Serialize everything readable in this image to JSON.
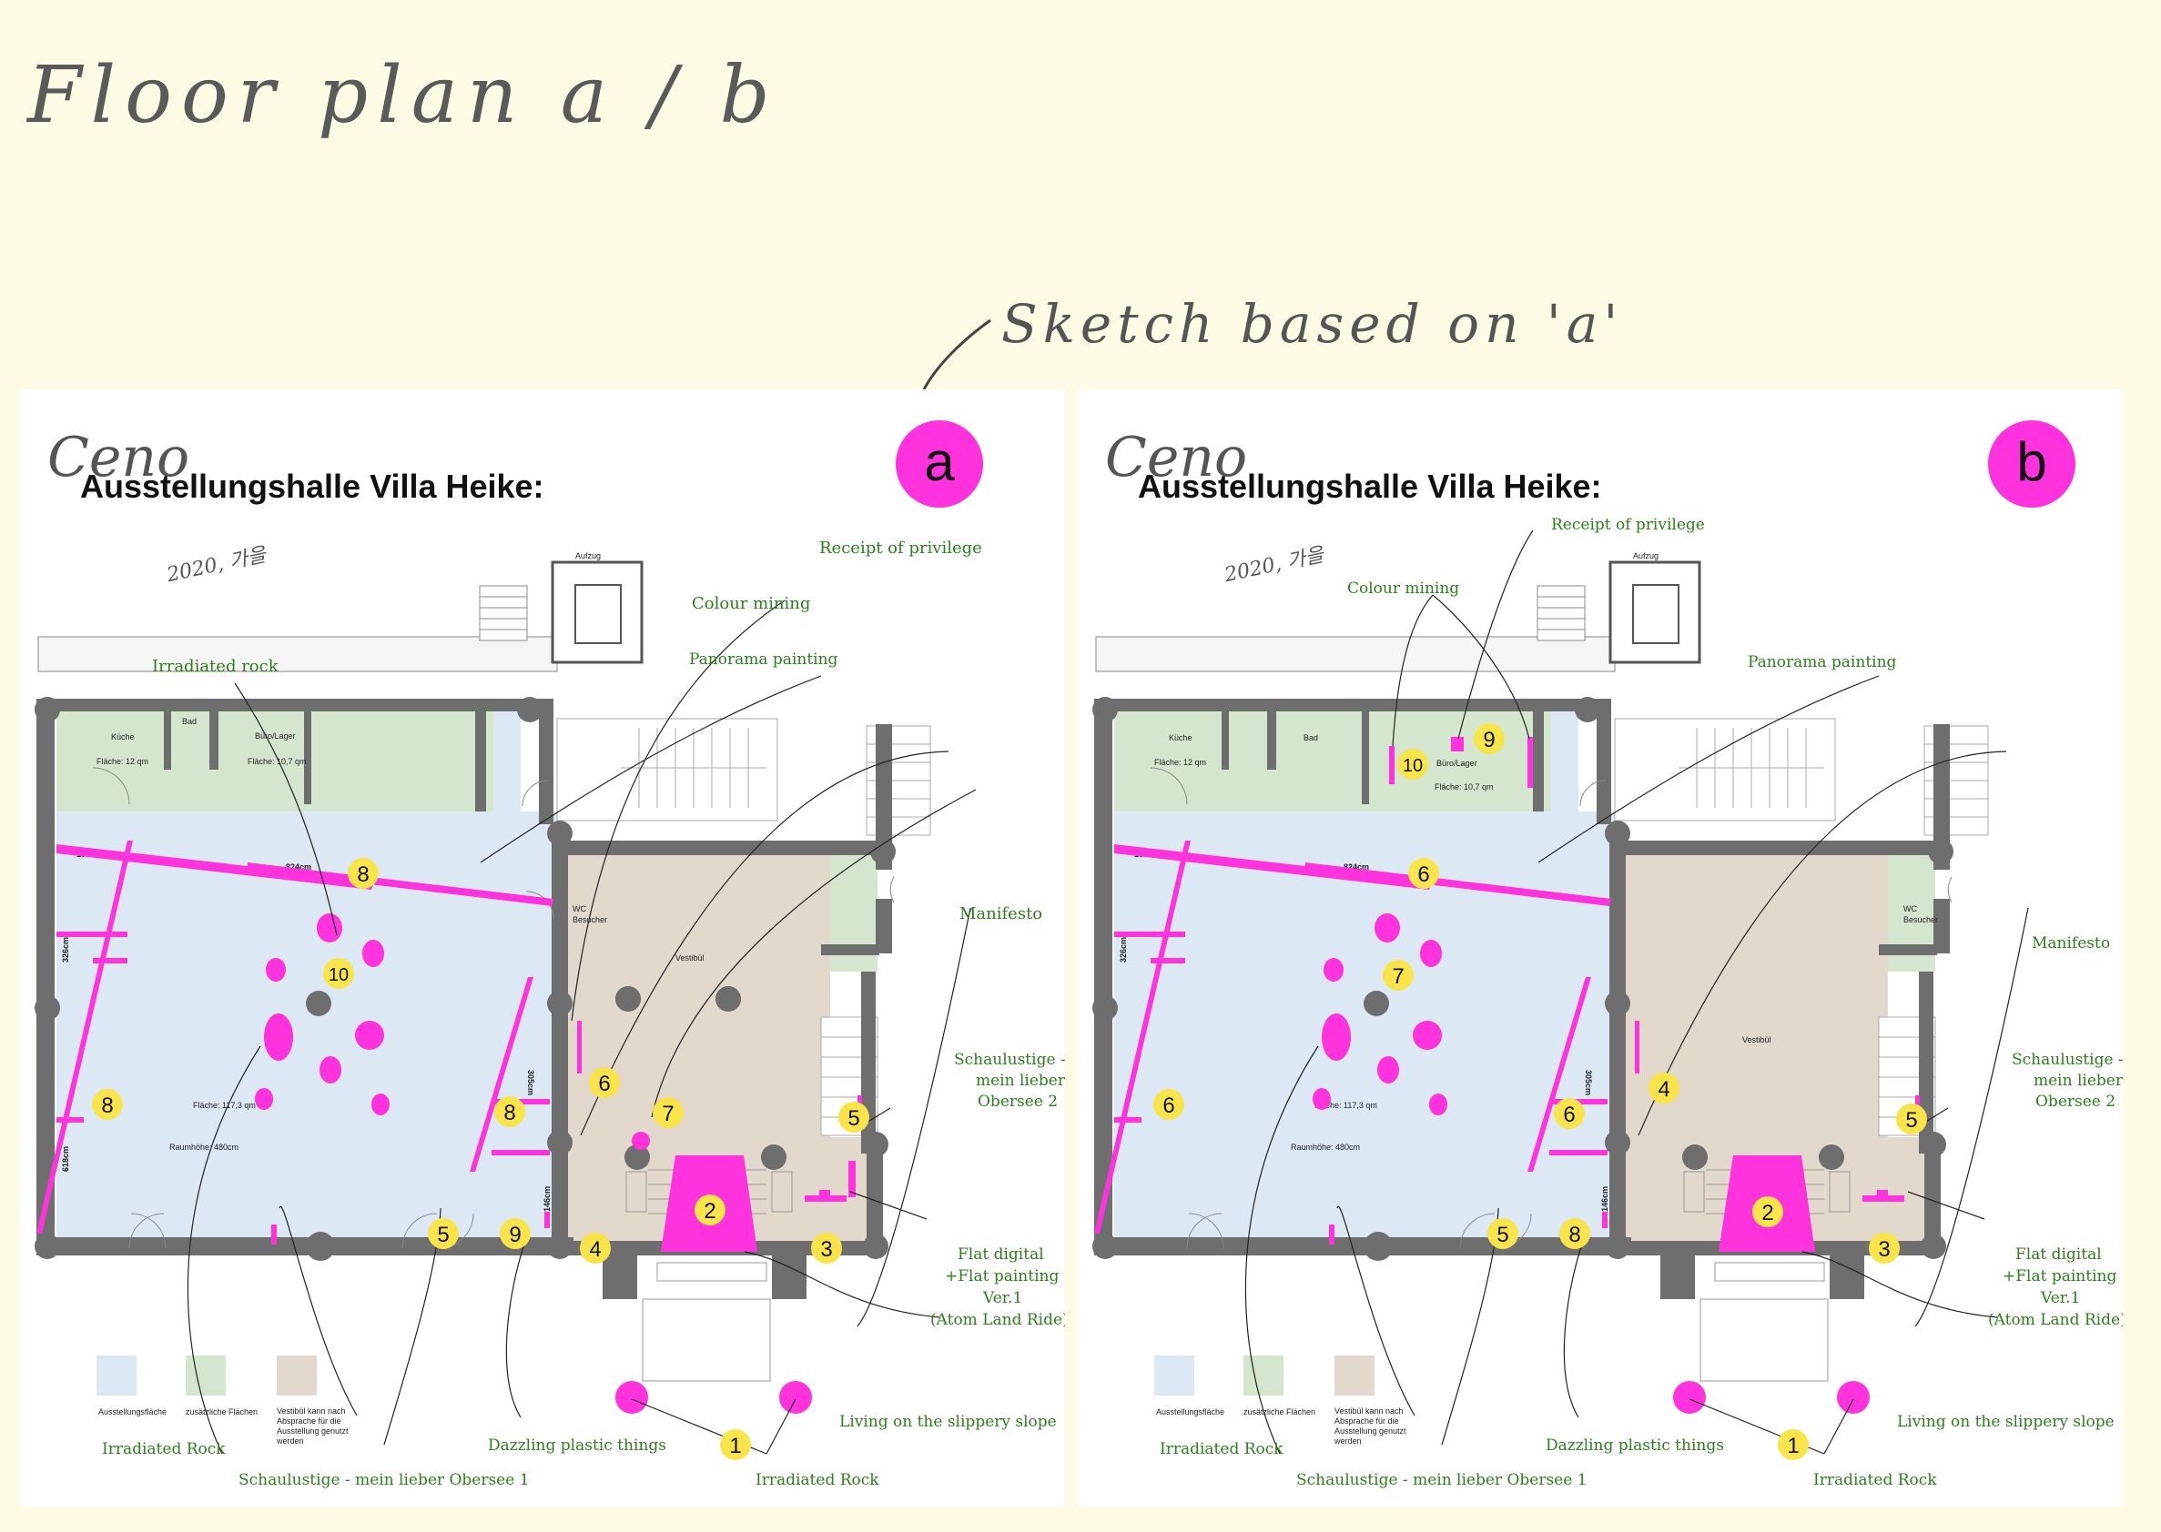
{
  "heading": "Floor plan a / b",
  "sketch_note": "Sketch based on 'a'",
  "colors": {
    "marker_yellow": "#f9e44a",
    "artwork_pink": "#ff33dd",
    "exhibition_area": "#dce8f4",
    "additional_area": "#d4e6cd",
    "vestibule_area": "#e2d8cc",
    "wall": "#6e6e6e",
    "label_green": "#2e7d1e"
  },
  "plan": {
    "title": "Ausstellungshalle Villa Heike:",
    "signature": "Ceno",
    "signature_date": "2020, 가을",
    "rooms": {
      "aufzug": "Aufzug",
      "kueche": "Küche",
      "kueche_area": "Fläche: 12 qm",
      "bad": "Bad",
      "buero": "Büro/Lager",
      "buero_area": "Fläche: 10,7 qm",
      "wc_1": "WC",
      "wc_2": "Besucher",
      "vestibuel": "Vestibül",
      "hall_area": "Fläche: 117,3 qm",
      "hall_height": "Raumhöhe: 480cm"
    },
    "dimensions": {
      "d183": "183cm",
      "d824": "824cm",
      "d326": "326cm",
      "d618": "618cm",
      "d305": "305cm",
      "d146": "146cm"
    },
    "legend": {
      "exhibition": "Ausstellungsfläche",
      "additional": "zusätzliche Flächen",
      "vestibule_1": "Vestibül kann nach",
      "vestibule_2": "Absprache für die",
      "vestibule_3": "Ausstellung genutzt",
      "vestibule_4": "werden"
    }
  },
  "panel_a": {
    "letter": "a",
    "labels": {
      "receipt": "Receipt of privilege",
      "colour": "Colour mining",
      "panorama": "Panorama painting",
      "irradiated_top": "Irradiated rock",
      "manifesto": "Manifesto",
      "schau2_1": "Schaulustige -",
      "schau2_2": "mein lieber",
      "schau2_3": "Obersee 2",
      "flat_1": "Flat digital",
      "flat_2": "+Flat painting",
      "flat_3": "Ver.1",
      "flat_4": "(Atom Land Ride)",
      "living": "Living on the slippery slope",
      "dazzling": "Dazzling plastic things",
      "irradiated_bl": "Irradiated Rock",
      "irradiated_bc": "Irradiated Rock",
      "schau1": "Schaulustige - mein lieber Obersee 1"
    },
    "markers": {
      "m1": "1",
      "m2": "2",
      "m3": "3",
      "m4": "4",
      "m5a": "5",
      "m5b": "5",
      "m6": "6",
      "m7": "7",
      "m8a": "8",
      "m8b": "8",
      "m8c": "8",
      "m9": "9",
      "m10": "10"
    }
  },
  "panel_b": {
    "letter": "b",
    "labels": {
      "receipt": "Receipt of privilege",
      "colour": "Colour mining",
      "panorama": "Panorama painting",
      "manifesto": "Manifesto",
      "schau2_1": "Schaulustige -",
      "schau2_2": "mein lieber",
      "schau2_3": "Obersee 2",
      "flat_1": "Flat digital",
      "flat_2": "+Flat painting",
      "flat_3": "Ver.1",
      "flat_4": "(Atom Land Ride)",
      "living": "Living on the slippery slope",
      "dazzling": "Dazzling plastic things",
      "irradiated_bl": "Irradiated Rock",
      "irradiated_bc": "Irradiated Rock",
      "schau1": "Schaulustige - mein lieber Obersee 1"
    },
    "markers": {
      "m1": "1",
      "m2": "2",
      "m3": "3",
      "m4": "4",
      "m5a": "5",
      "m5b": "5",
      "m6a": "6",
      "m6b": "6",
      "m6c": "6",
      "m7": "7",
      "m8": "8",
      "m9": "9",
      "m10": "10"
    }
  }
}
